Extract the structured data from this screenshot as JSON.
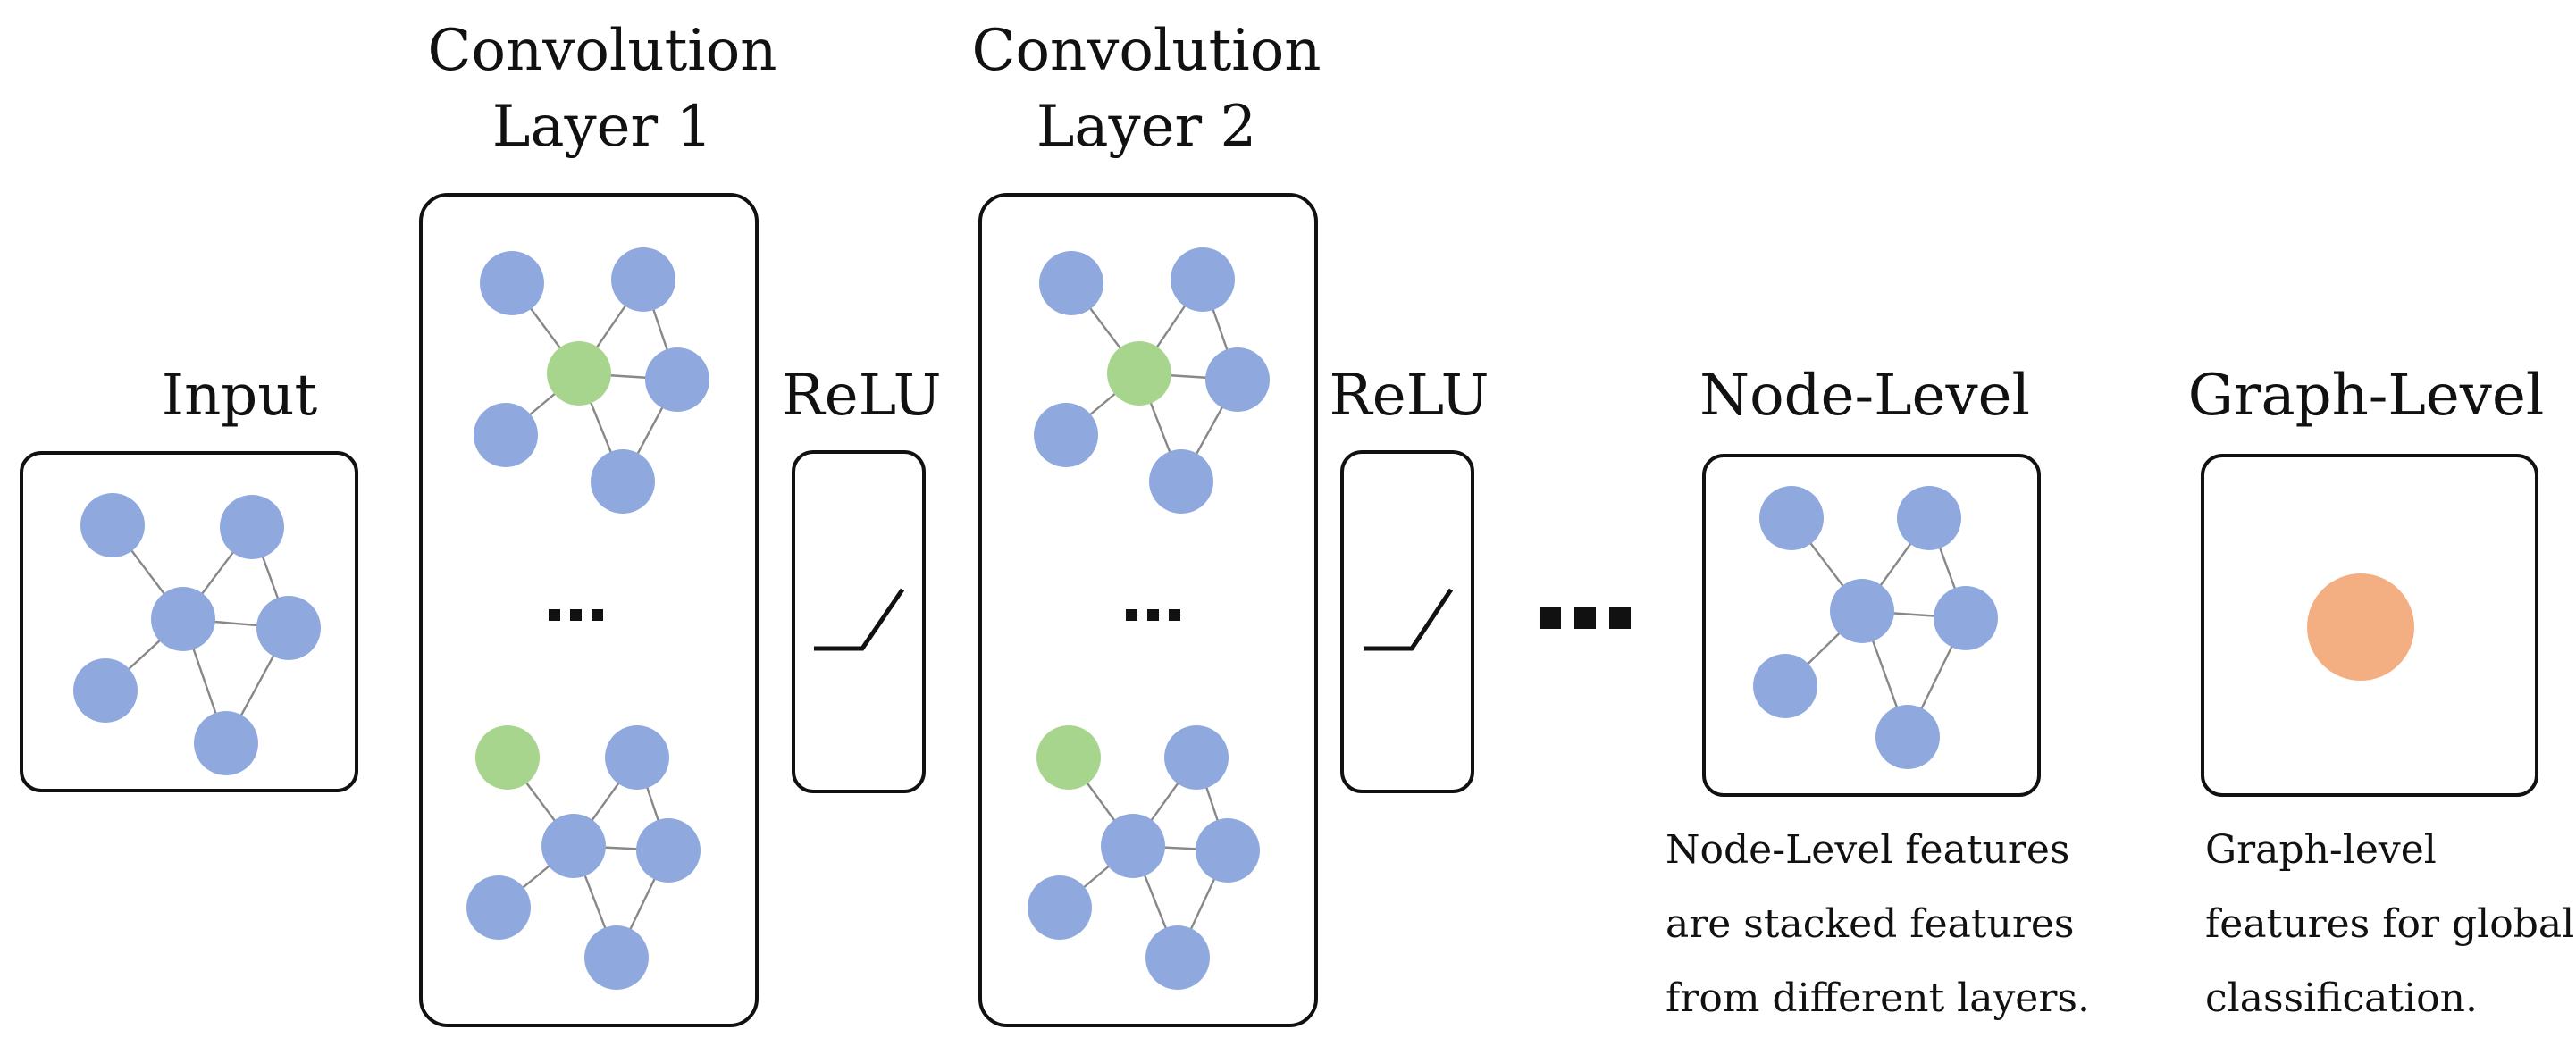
{
  "labels": {
    "input": "Input",
    "conv1_line1": "Convolution",
    "conv1_line2": "Layer 1",
    "conv2_line1": "Convolution",
    "conv2_line2": "Layer 2",
    "relu1": "ReLU",
    "relu2": "ReLU",
    "node_level": "Node-Level",
    "graph_level": "Graph-Level"
  },
  "captions": {
    "node_level": [
      "Node-Level features",
      "are stacked features",
      "from different layers."
    ],
    "graph_level": [
      "Graph-level",
      "features for global",
      "classification."
    ]
  },
  "colors": {
    "node": "#8FA9DF",
    "highlight_node": "#A8D58E",
    "graph_node": "#F3AF82"
  }
}
